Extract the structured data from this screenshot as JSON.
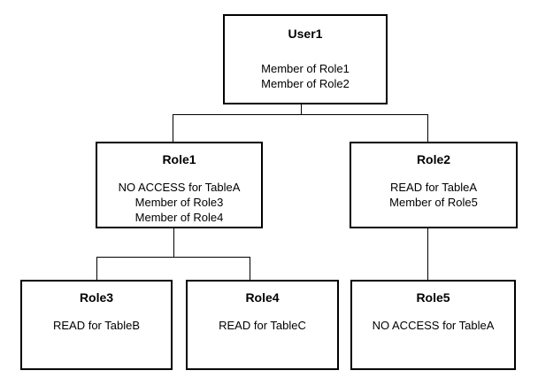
{
  "diagram": {
    "type": "tree",
    "colors": {
      "background": "#ffffff",
      "box_border": "#000000",
      "text": "#000000",
      "connector": "#000000"
    },
    "nodes": [
      {
        "id": "user1",
        "title": "User1",
        "lines": [
          "Member of Role1",
          "Member of Role2"
        ]
      },
      {
        "id": "role1",
        "title": "Role1",
        "lines": [
          "NO ACCESS for TableA",
          "Member of Role3",
          "Member of Role4"
        ]
      },
      {
        "id": "role2",
        "title": "Role2",
        "lines": [
          "READ for TableA",
          "Member of Role5"
        ]
      },
      {
        "id": "role3",
        "title": "Role3",
        "lines": [
          "READ for TableB"
        ]
      },
      {
        "id": "role4",
        "title": "Role4",
        "lines": [
          "READ for TableC"
        ]
      },
      {
        "id": "role5",
        "title": "Role5",
        "lines": [
          "NO ACCESS for TableA"
        ]
      }
    ],
    "edges": [
      {
        "from": "User1",
        "to": "Role1"
      },
      {
        "from": "User1",
        "to": "Role2"
      },
      {
        "from": "Role1",
        "to": "Role3"
      },
      {
        "from": "Role1",
        "to": "Role4"
      },
      {
        "from": "Role2",
        "to": "Role5"
      }
    ]
  }
}
